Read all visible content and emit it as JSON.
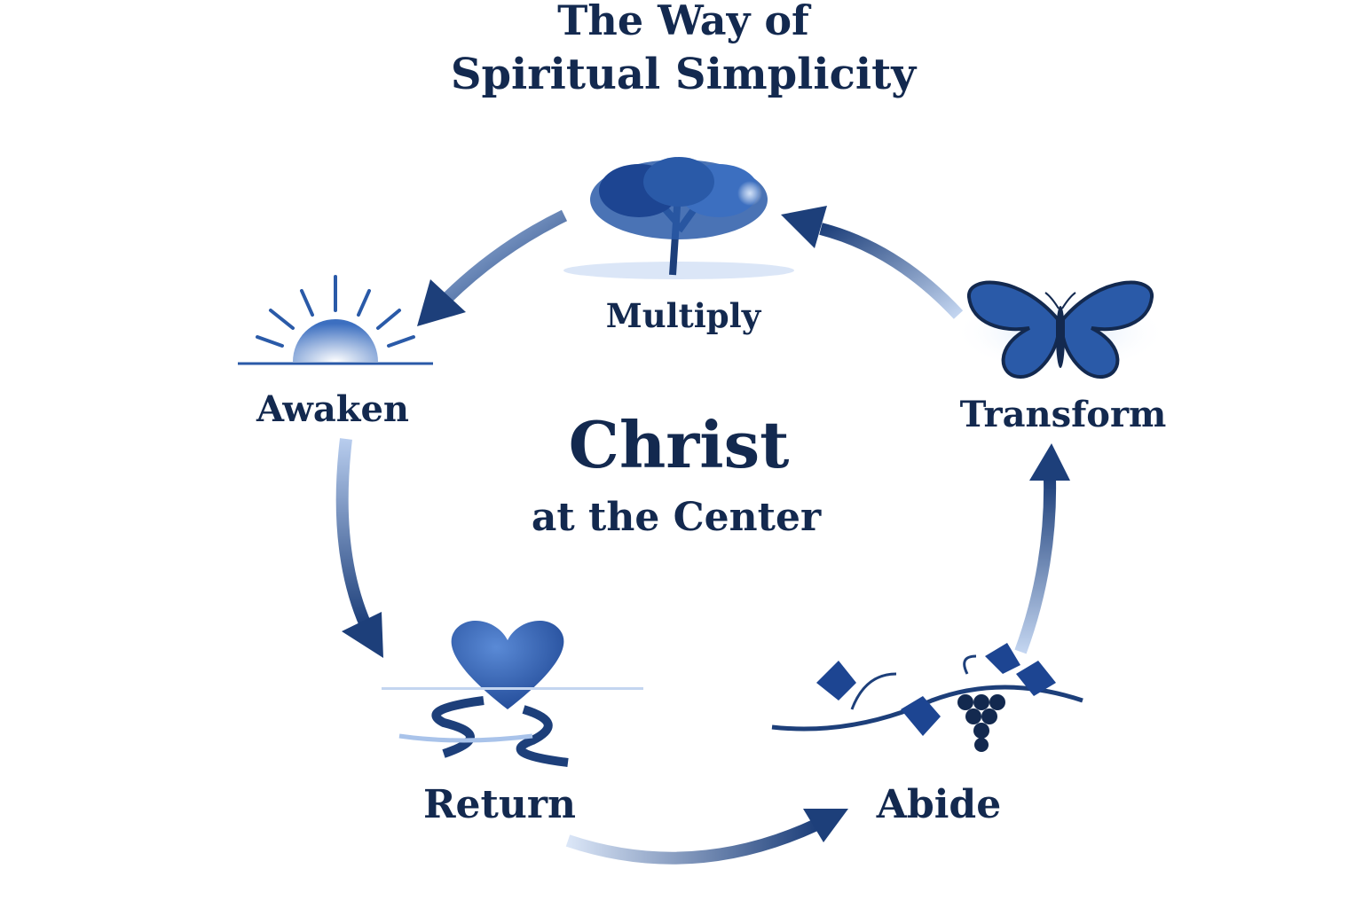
{
  "title": {
    "line1": "The Way of",
    "line2": "Spiritual Simplicity"
  },
  "center": {
    "main": "Christ",
    "sub": "at the Center"
  },
  "stages": [
    {
      "label": "Multiply",
      "icon": "tree-icon"
    },
    {
      "label": "Awaken",
      "icon": "sunrise-icon"
    },
    {
      "label": "Return",
      "icon": "heart-water-icon"
    },
    {
      "label": "Abide",
      "icon": "vine-grapes-icon"
    },
    {
      "label": "Transform",
      "icon": "butterfly-icon"
    }
  ],
  "colors": {
    "primary": "#13294f",
    "accent": "#2a5aa8",
    "light": "#a9c3ea"
  }
}
